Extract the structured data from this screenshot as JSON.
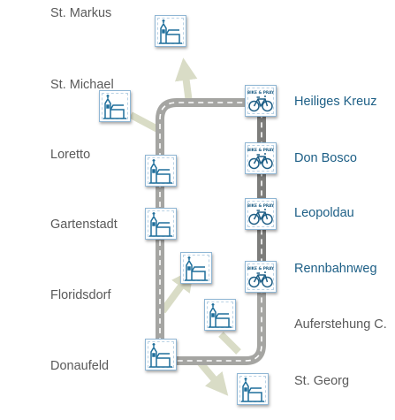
{
  "colors": {
    "route": "#a5a5a2",
    "route_dark": "#7d7d7b",
    "dashes": "#ffffff",
    "arrows": "#d9dcc6",
    "church": "#1f6f9b",
    "bike": "#1f5f86"
  },
  "banner_text": "BIKE & PRAY",
  "stations": [
    {
      "id": "st-markus",
      "label": "St. Markus",
      "type": "church"
    },
    {
      "id": "st-michael",
      "label": "St. Michael",
      "type": "church"
    },
    {
      "id": "loretto",
      "label": "Loretto",
      "type": "church"
    },
    {
      "id": "gartenstadt",
      "label": "Gartenstadt",
      "type": "church"
    },
    {
      "id": "floridsdorf",
      "label": "Floridsdorf",
      "type": "church"
    },
    {
      "id": "donaufeld",
      "label": "Donaufeld",
      "type": "church"
    },
    {
      "id": "heiliges-kreuz",
      "label": "Heiliges Kreuz",
      "type": "bike"
    },
    {
      "id": "don-bosco",
      "label": "Don Bosco",
      "type": "bike"
    },
    {
      "id": "leopoldau",
      "label": "Leopoldau",
      "type": "bike"
    },
    {
      "id": "rennbahnweg",
      "label": "Rennbahnweg",
      "type": "bike"
    },
    {
      "id": "auferstehung",
      "label": "Auferstehung C.",
      "type": "church"
    },
    {
      "id": "st-georg",
      "label": "St. Georg",
      "type": "church"
    }
  ]
}
